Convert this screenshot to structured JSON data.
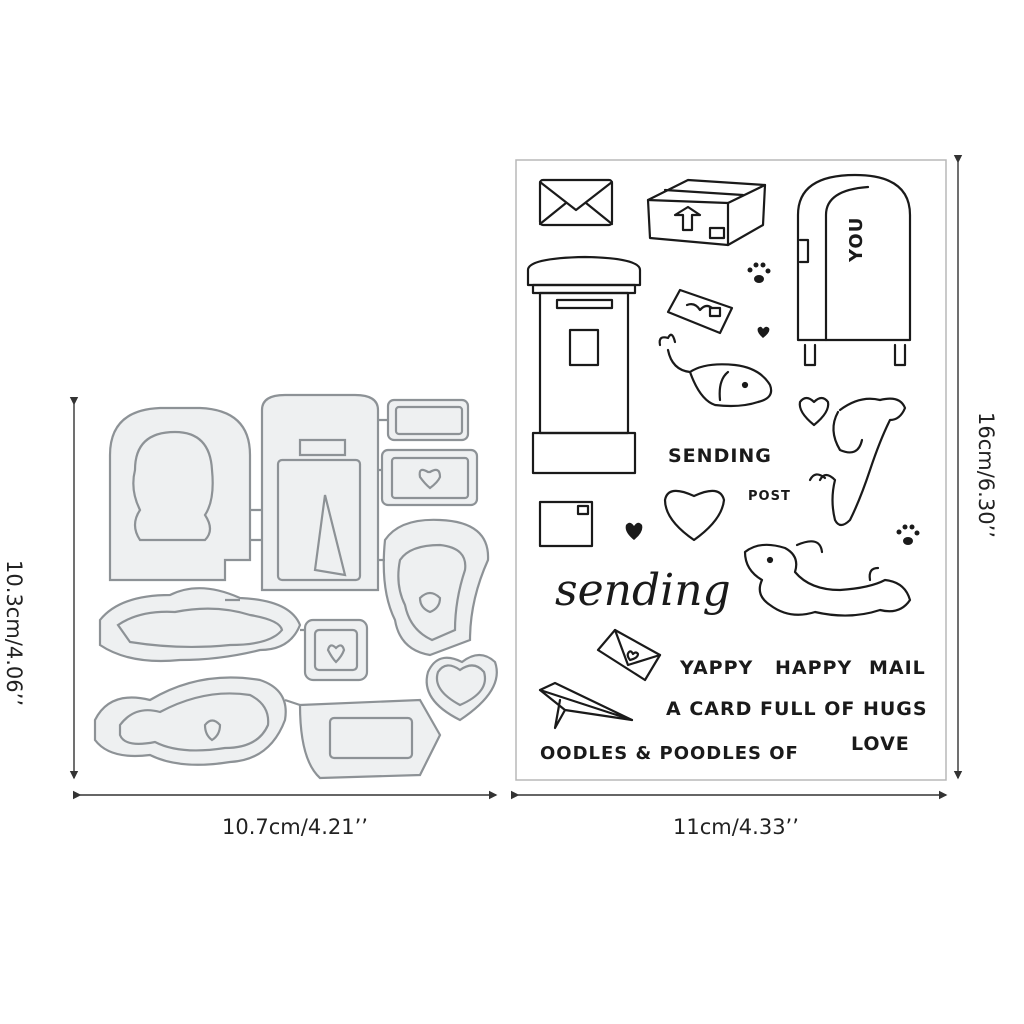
{
  "dimensions": {
    "die_width": "10.7cm/4.21’’",
    "die_height": "10.3cm/4.06’’",
    "stamp_width": "11cm/4.33’’",
    "stamp_height": "16cm/6.30’’"
  },
  "stamp_sheet": {
    "mailbox_word": "YOU",
    "sending_caps": "SENDING",
    "post": "POST",
    "sending_script": "sending",
    "line1_a": "YAPPY",
    "line1_b": "HAPPY",
    "line1_c": "MAIL",
    "line2": "A CARD FULL OF HUGS",
    "line3": "OODLES & POODLES OF",
    "love": "LOVE"
  },
  "colors": {
    "die_metal": "#c9cdd0",
    "die_outline": "#8d9296",
    "stamp_line": "#1a1a1a"
  }
}
